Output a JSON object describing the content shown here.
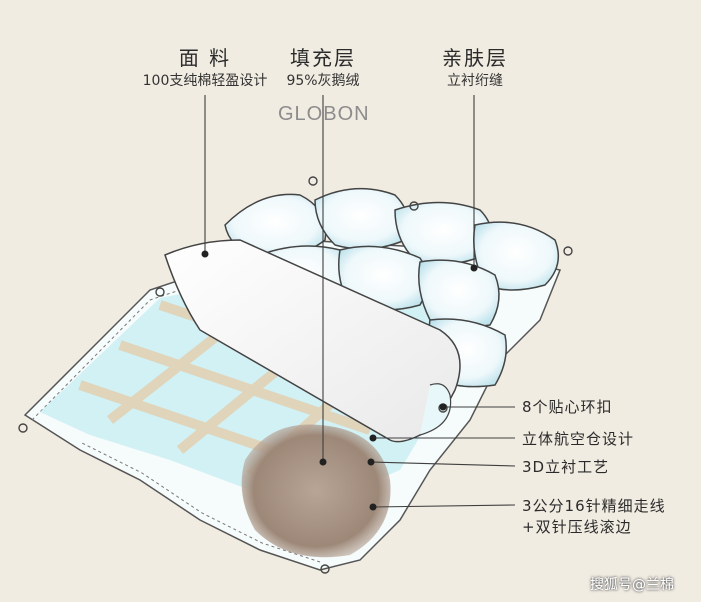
{
  "layers": [
    {
      "title": "面  料",
      "subtitle": "100支纯棉轻盈设计"
    },
    {
      "title": "填充层",
      "subtitle": "95%灰鹅绒"
    },
    {
      "title": "亲肤层",
      "subtitle": "立衬绗缝"
    }
  ],
  "brand_text": "GLOBON",
  "features": [
    "8个贴心环扣",
    "立体航空仓设计",
    "3D立衬工艺",
    "3公分16针精细走线",
    "+双针压线滚边"
  ],
  "watermark": "搜狐号@兰棉",
  "colors": {
    "background": "#f1ece2",
    "quilt_white": "#ffffff",
    "inner_blue": "#cfeef3",
    "grid_beige": "#e6d2b4",
    "down_brown": "#a08b7a",
    "leader_line": "#444444"
  }
}
